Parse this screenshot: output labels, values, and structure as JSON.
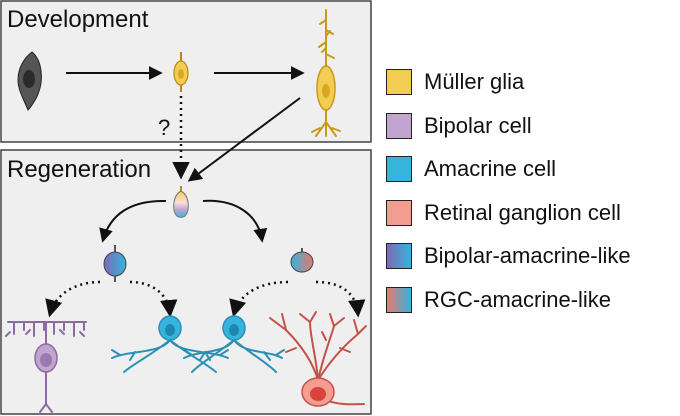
{
  "panels": {
    "development_title": "Development",
    "regeneration_title": "Regeneration",
    "question_mark": "?"
  },
  "legend": [
    {
      "label": "Müller glia",
      "color": "#f3cc52"
    },
    {
      "label": "Bipolar cell",
      "color": "#c2a5cf"
    },
    {
      "label": "Amacrine cell",
      "color": "#35b4dd"
    },
    {
      "label": "Retinal ganglion cell",
      "color": "#f39c90"
    },
    {
      "label": "Bipolar-amacrine-like",
      "gradient": [
        "#7d6ab5",
        "#35b4dd"
      ]
    },
    {
      "label": "RGC-amacrine-like",
      "gradient": [
        "#e8786e",
        "#35b4dd"
      ]
    }
  ],
  "colors": {
    "muller": "#f3cc52",
    "bipolar": "#b99ac6",
    "amacrine": "#35b4dd",
    "rgc": "#f39c90",
    "progenitor": "#555555",
    "panel_bg": "#efefef"
  }
}
